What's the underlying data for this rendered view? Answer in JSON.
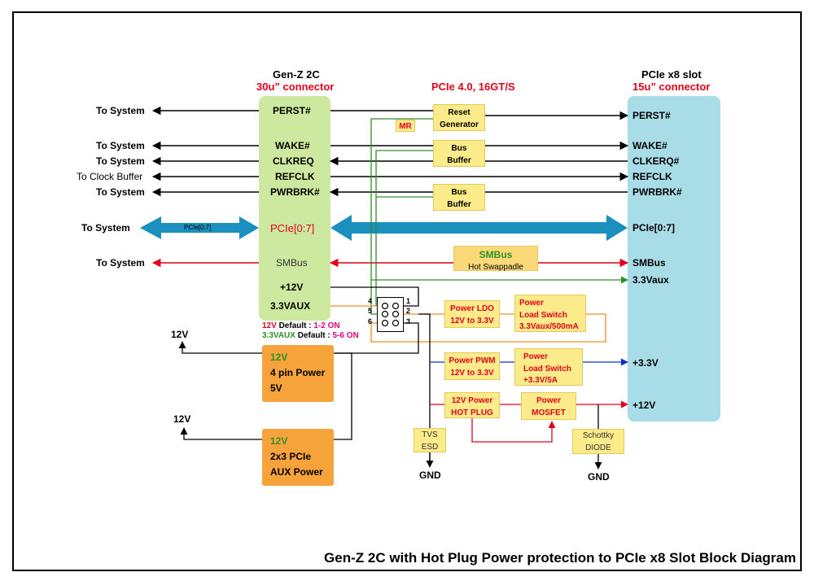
{
  "gen_z": {
    "title": "Gen-Z 2C",
    "subtitle": "30u” connector",
    "pins": {
      "perst": "PERST#",
      "wake": "WAKE#",
      "clkreq": "CLKREQ",
      "refclk": "REFCLK",
      "pwrbrk": "PWRBRK#",
      "pcie": "PCIe[0:7]",
      "smbus": "SMBus",
      "p12v": "+12V",
      "p33vaux": "3.3VAUX"
    }
  },
  "pcie_slot": {
    "title": "PCIe x8 slot",
    "subtitle": "15u” connector",
    "pins": {
      "perst": "PERST#",
      "wake": "WAKE#",
      "clkreq": "CLKERQ#",
      "refclk": "REFCLK",
      "pwrbrk": "PWRBRK#",
      "pcie": "PCIe[0:7]",
      "smbus": "SMBus",
      "p33vaux": "3.3Vaux",
      "p33v": "+3.3V",
      "p12v": "+12V"
    }
  },
  "spec_label": "PCIe 4.0, 16GT/S",
  "left_labels": {
    "perst": "To System",
    "wake": "To System",
    "clkreq": "To System",
    "refclk": "To Clock Buffer",
    "pwrbrk": "To System",
    "pcie": "To System",
    "pcie_bus": "PCIe[0:7]",
    "smbus": "To System"
  },
  "blocks": {
    "reset_line1": "Reset",
    "reset_line2": "Generator",
    "mr": "MR",
    "bus1_line1": "Bus",
    "bus1_line2": "Buffer",
    "bus2_line1": "Bus",
    "bus2_line2": "Buffer",
    "smbus_title": "SMBus",
    "smbus_sub": "Hot Swappadle",
    "ldo_line1": "Power LDO",
    "ldo_line2": "12V to 3.3V",
    "ls1_line1": "Power",
    "ls1_line2": "Load Switch",
    "ls1_line3": "3.3Vaux/500mA",
    "pwm_line1": "Power PWM",
    "pwm_line2": "12V to 3.3V",
    "ls2_line1": "Power",
    "ls2_line2": "Load Switch",
    "ls2_line3": "+3.3V/5A",
    "hp_line1": "12V Power",
    "hp_line2": "HOT PLUG",
    "mosfet_line1": "Power",
    "mosfet_line2": "MOSFET",
    "tvs_line1": "TVS",
    "tvs_line2": "ESD",
    "schottky_line1": "Schottky",
    "schottky_line2": "DIODE"
  },
  "jumper": {
    "pins": [
      "1",
      "2",
      "3",
      "4",
      "5",
      "6"
    ],
    "default1_a": "12V",
    "default1_b": " Default : ",
    "default1_c": "1-2 ON",
    "default2_a": "3.3VAUX",
    "default2_b": " Default : ",
    "default2_c": "5-6 ON"
  },
  "power_inputs": {
    "four_pin_v": "12V",
    "four_pin_l1": "4 pin Power",
    "four_pin_l2": "5V",
    "aux_v": "12V",
    "aux_l1": "2x3 PCIe",
    "aux_l2": "AUX Power",
    "in1": "12V",
    "in2": "12V"
  },
  "gnd1": "GND",
  "gnd2": "GND",
  "caption": "Gen-Z 2C with Hot Plug Power protection to PCIe x8 Slot Block Diagram",
  "colors": {
    "green_box": "#cde9a0",
    "blue_box": "#a8dde8",
    "orange_box": "#f5a33a",
    "yellow_box": "#fbeb8a",
    "bus_arrow": "#1b8fbe",
    "red_line": "#e0001a",
    "green_line": "#2f8f2a",
    "blue_line": "#0a2fd6",
    "orange_line": "#f08a24"
  }
}
